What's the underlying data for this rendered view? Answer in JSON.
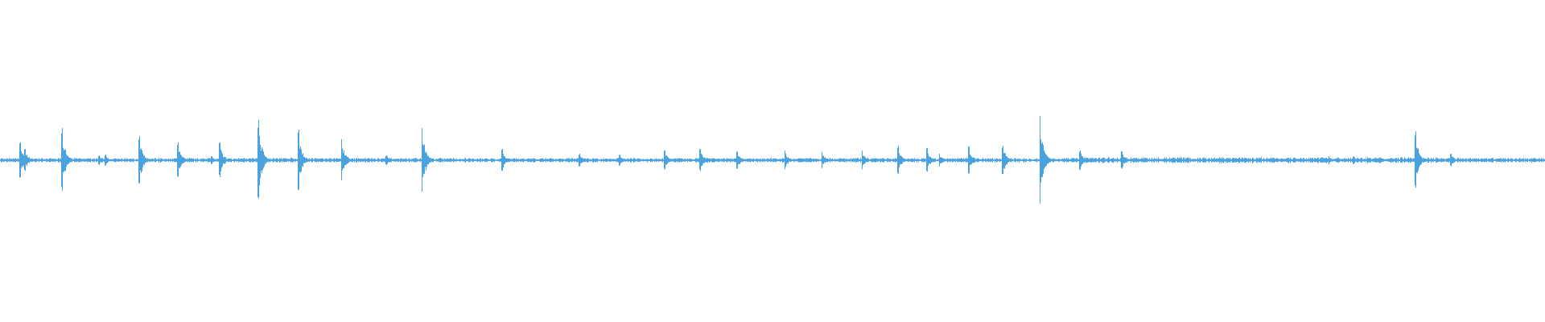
{
  "view": {
    "kind": "audio-waveform",
    "background_color": "#ffffff"
  },
  "waveform": {
    "color": "#4aa3df",
    "baseline_noise_amplitude": 0.03,
    "transients": [
      {
        "t": 0.013,
        "amp": 0.22
      },
      {
        "t": 0.016,
        "amp": 0.14
      },
      {
        "t": 0.04,
        "amp": 0.4
      },
      {
        "t": 0.064,
        "amp": 0.06
      },
      {
        "t": 0.068,
        "amp": 0.07
      },
      {
        "t": 0.09,
        "amp": 0.3
      },
      {
        "t": 0.115,
        "amp": 0.22
      },
      {
        "t": 0.137,
        "amp": 0.05
      },
      {
        "t": 0.142,
        "amp": 0.22
      },
      {
        "t": 0.167,
        "amp": 0.5
      },
      {
        "t": 0.193,
        "amp": 0.38
      },
      {
        "t": 0.221,
        "amp": 0.26
      },
      {
        "t": 0.25,
        "amp": 0.06
      },
      {
        "t": 0.273,
        "amp": 0.4
      },
      {
        "t": 0.325,
        "amp": 0.14
      },
      {
        "t": 0.375,
        "amp": 0.08
      },
      {
        "t": 0.401,
        "amp": 0.07
      },
      {
        "t": 0.43,
        "amp": 0.12
      },
      {
        "t": 0.453,
        "amp": 0.14
      },
      {
        "t": 0.477,
        "amp": 0.11
      },
      {
        "t": 0.508,
        "amp": 0.12
      },
      {
        "t": 0.532,
        "amp": 0.1
      },
      {
        "t": 0.558,
        "amp": 0.12
      },
      {
        "t": 0.581,
        "amp": 0.18
      },
      {
        "t": 0.6,
        "amp": 0.15
      },
      {
        "t": 0.608,
        "amp": 0.08
      },
      {
        "t": 0.627,
        "amp": 0.17
      },
      {
        "t": 0.649,
        "amp": 0.18
      },
      {
        "t": 0.673,
        "amp": 0.55
      },
      {
        "t": 0.699,
        "amp": 0.12
      },
      {
        "t": 0.726,
        "amp": 0.11
      },
      {
        "t": 0.86,
        "amp": 0.05
      },
      {
        "t": 0.876,
        "amp": 0.05
      },
      {
        "t": 0.916,
        "amp": 0.36
      },
      {
        "t": 0.939,
        "amp": 0.08
      }
    ]
  }
}
